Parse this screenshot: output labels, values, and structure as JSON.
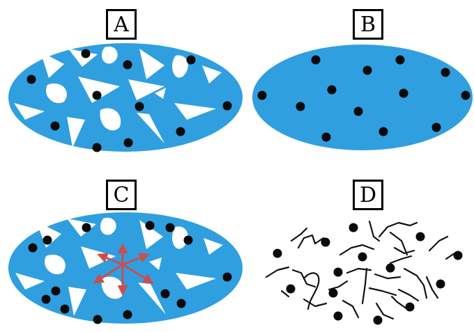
{
  "panels": [
    {
      "id": "A",
      "label": "A"
    },
    {
      "id": "B",
      "label": "B"
    },
    {
      "id": "C",
      "label": "C"
    },
    {
      "id": "D",
      "label": "D"
    }
  ],
  "colors": {
    "matrix": "#2f9fe0",
    "particle": "#0a0a0a",
    "pore": "#ffffff",
    "arrow": "#c94f4f",
    "fiber": "#111111"
  }
}
